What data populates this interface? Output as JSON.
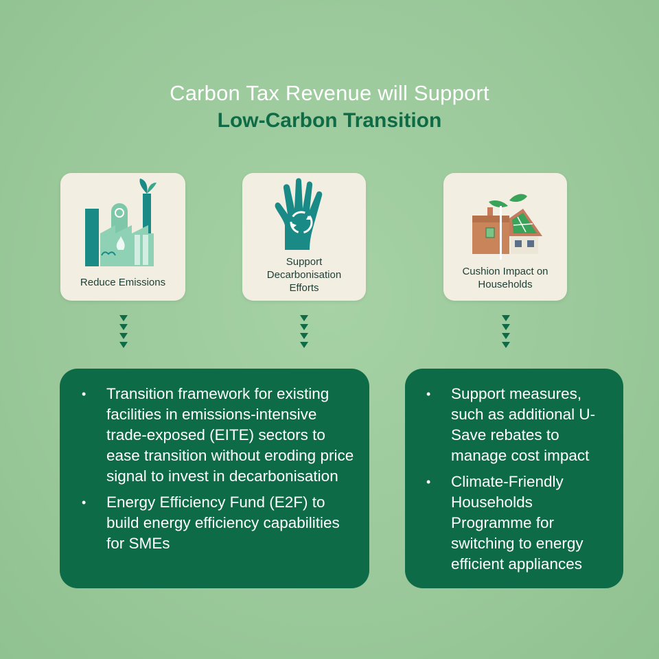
{
  "title": {
    "line1": "Carbon Tax Revenue will Support",
    "line2": "Low-Carbon Transition"
  },
  "cards": [
    {
      "label": "Reduce Emissions",
      "icon": "factory-leaf-icon"
    },
    {
      "label": "Support Decarbonisation Efforts",
      "icon": "hand-recycle-icon"
    },
    {
      "label": "Cushion Impact on Households",
      "icon": "house-plant-icon"
    }
  ],
  "panels": [
    {
      "items": [
        "Transition framework for existing facilities in emissions-intensive trade-exposed (EITE) sectors to ease transition without eroding price signal to invest in decarbonisation",
        "Energy Efficiency Fund (E2F) to build energy efficiency capabilities for SMEs"
      ]
    },
    {
      "items": [
        "Support measures, such as additional U-Save rebates to manage cost impact",
        "Climate-Friendly Households Programme for switching to energy efficient appliances"
      ]
    }
  ],
  "colors": {
    "background": "#9bc99b",
    "accent_green": "#0f6b45",
    "card": "#f2efe2",
    "teal_icon": "#1a8a86"
  },
  "bullet_glyph": "•"
}
